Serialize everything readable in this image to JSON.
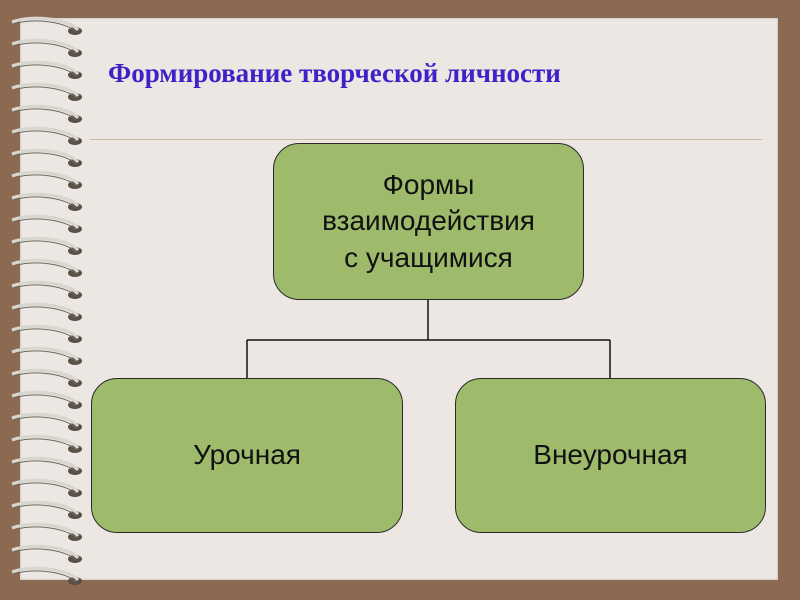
{
  "title": "Формирование творческой личности",
  "nodes": {
    "root": {
      "lines": [
        "Формы",
        "взаимодействия",
        "с учащимися"
      ]
    },
    "left": {
      "label": "Урочная"
    },
    "right": {
      "label": "Внеурочная"
    }
  },
  "colors": {
    "background": "#8c6a52",
    "page": "#ece7e3",
    "title": "#3f21c8",
    "node_fill": "#9ebb6c",
    "node_border": "#2a2a2a"
  }
}
